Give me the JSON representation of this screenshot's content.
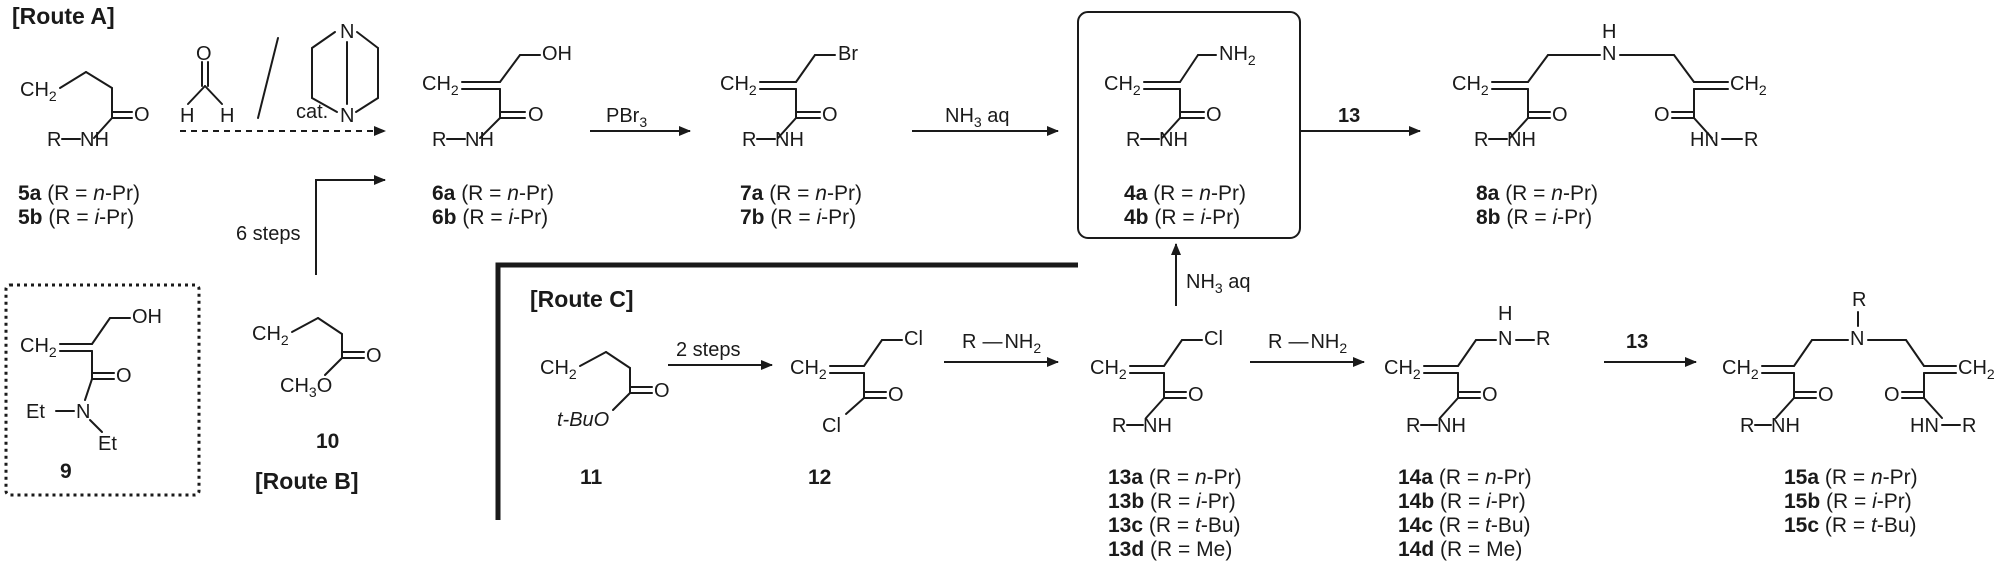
{
  "routes": {
    "a": "[Route A]",
    "b": "[Route B]",
    "c": "[Route C]"
  },
  "groups": {
    "ch2": "CH",
    "nh": "NH",
    "r_nh": "R",
    "o": "O",
    "oh": "OH",
    "br": "Br",
    "cl": "Cl",
    "nh2": "NH",
    "h": "H",
    "n": "N",
    "r": "R",
    "hn": "HN",
    "et": "Et",
    "ch3o": "CH",
    "o3": "O",
    "tbuo": "t-BuO",
    "sub2": "2",
    "sub3": "3",
    "formaldehyde_h": "H"
  },
  "reagents": {
    "formaldehyde_then_cat": "cat.",
    "pbr3": "PBr",
    "nh3": "NH",
    "nh3_aq_suffix": " aq",
    "thirteen": "13",
    "six_steps": "6 steps",
    "two_steps": "2 steps",
    "r_nh2": "R",
    "r_nh2_nh": "NH"
  },
  "compounds": {
    "c5a": {
      "id": "5a",
      "r": "n",
      "rest": "-Pr"
    },
    "c5b": {
      "id": "5b",
      "r": "i",
      "rest": "-Pr"
    },
    "c6a": {
      "id": "6a",
      "r": "n",
      "rest": "-Pr"
    },
    "c6b": {
      "id": "6b",
      "r": "i",
      "rest": "-Pr"
    },
    "c7a": {
      "id": "7a",
      "r": "n",
      "rest": "-Pr"
    },
    "c7b": {
      "id": "7b",
      "r": "i",
      "rest": "-Pr"
    },
    "c4a": {
      "id": "4a",
      "r": "n",
      "rest": "-Pr"
    },
    "c4b": {
      "id": "4b",
      "r": "i",
      "rest": "-Pr"
    },
    "c8a": {
      "id": "8a",
      "r": "n",
      "rest": "-Pr"
    },
    "c8b": {
      "id": "8b",
      "r": "i",
      "rest": "-Pr"
    },
    "c9": "9",
    "c10": "10",
    "c11": "11",
    "c12": "12",
    "c13a": {
      "id": "13a",
      "r": "n",
      "rest": "-Pr"
    },
    "c13b": {
      "id": "13b",
      "r": "i",
      "rest": "-Pr"
    },
    "c13c": {
      "id": "13c",
      "r": "t",
      "rest": "-Bu"
    },
    "c13d": {
      "id": "13d",
      "r": "",
      "rest": "Me"
    },
    "c14a": {
      "id": "14a",
      "r": "n",
      "rest": "-Pr"
    },
    "c14b": {
      "id": "14b",
      "r": "i",
      "rest": "-Pr"
    },
    "c14c": {
      "id": "14c",
      "r": "t",
      "rest": "-Bu"
    },
    "c14d": {
      "id": "14d",
      "r": "",
      "rest": "Me"
    },
    "c15a": {
      "id": "15a",
      "r": "n",
      "rest": "-Pr"
    },
    "c15b": {
      "id": "15b",
      "r": "i",
      "rest": "-Pr"
    },
    "c15c": {
      "id": "15c",
      "r": "t",
      "rest": "-Bu"
    }
  },
  "label_prefix": " (R = ",
  "label_suffix": ")"
}
